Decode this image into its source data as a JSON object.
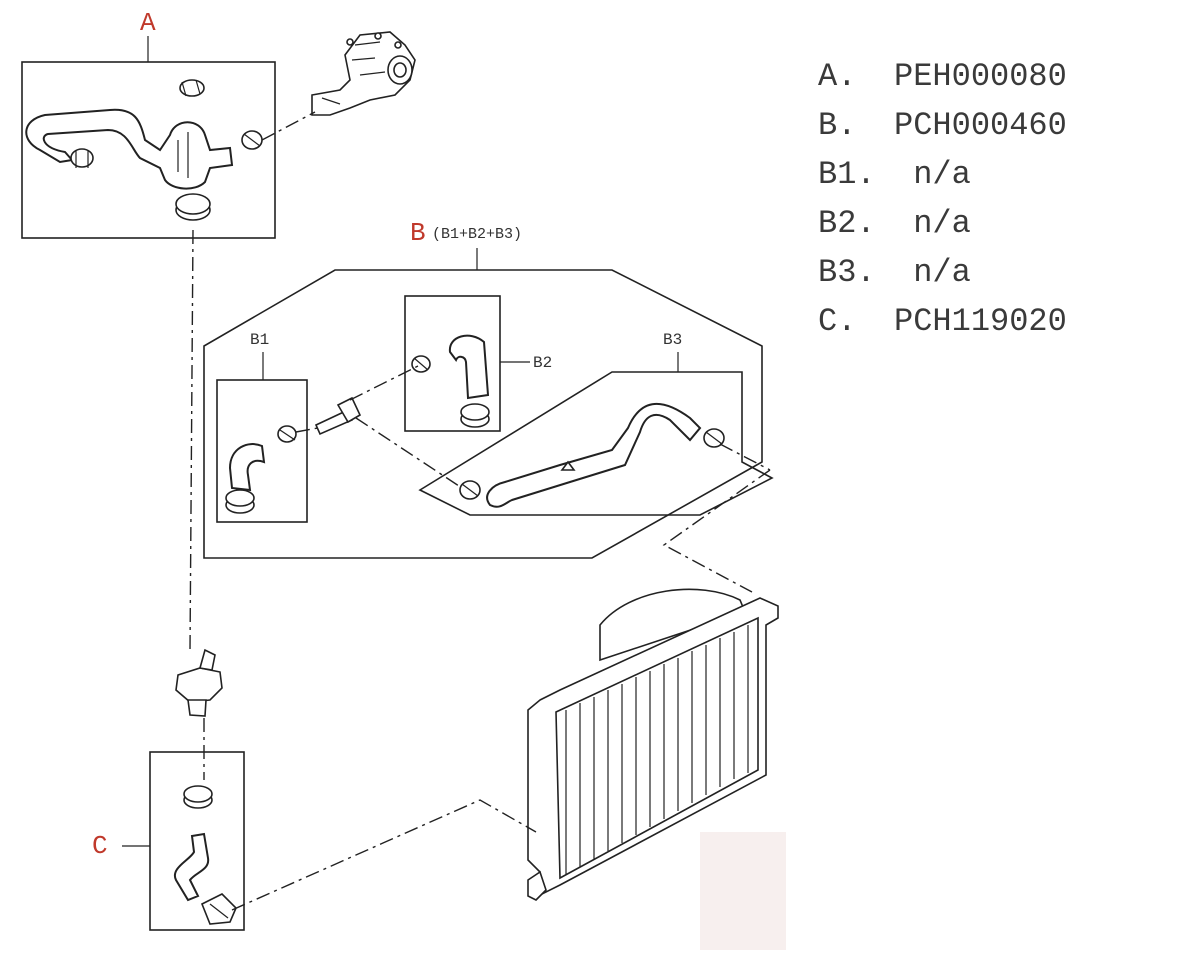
{
  "labels": {
    "A": "A",
    "B": "B",
    "B_group": "(B1+B2+B3)",
    "B1": "B1",
    "B2": "B2",
    "B3": "B3",
    "C": "C"
  },
  "parts": [
    {
      "code": "A.",
      "number": "PEH000080"
    },
    {
      "code": "B.",
      "number": "PCH000460"
    },
    {
      "code": "B1.",
      "number": " n/a"
    },
    {
      "code": "B2.",
      "number": " n/a"
    },
    {
      "code": "B3.",
      "number": " n/a"
    },
    {
      "code": "C.",
      "number": "PCH119020"
    }
  ],
  "colors": {
    "label_red": "#c0392b",
    "line": "#222222",
    "text": "#3a3a3a"
  }
}
